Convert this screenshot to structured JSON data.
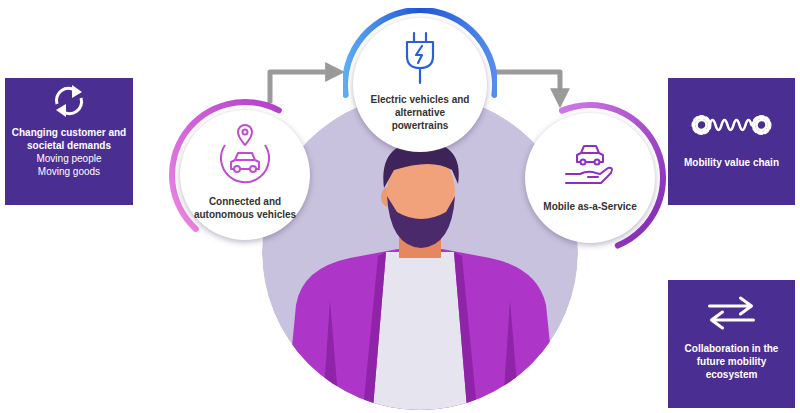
{
  "diagram": {
    "nodes": [
      {
        "text": [
          "Changing customer and societal demands",
          "Moving people",
          "Moving goods"
        ]
      },
      {
        "text": [
          "Connected and autonomous vehicles"
        ]
      },
      {
        "text": [
          "Electric vehicles and alternative powertrains"
        ]
      },
      {
        "text": [
          "Mobile as-a-Service"
        ]
      },
      {
        "text": [
          "Mobility value chain"
        ]
      },
      {
        "text": [
          "Collaboration in the future mobility ecosystem"
        ]
      }
    ],
    "edges": [
      {
        "from": 1,
        "to": 2,
        "arrow": "to"
      },
      {
        "from": 2,
        "to": 3,
        "arrow": "to"
      }
    ]
  }
}
